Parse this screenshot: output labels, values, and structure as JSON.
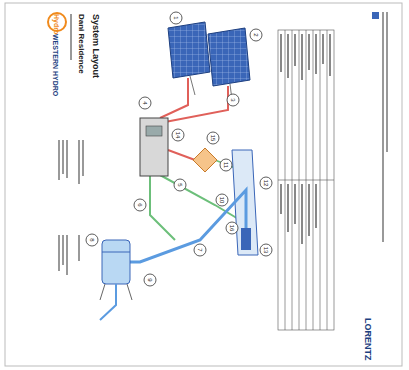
{
  "diagram": {
    "title": "System Layout",
    "labels": [
      "Hydro",
      "WESTERN HYDRO",
      "Dani Residence",
      "LORENTZ",
      "1",
      "2",
      "3",
      "4",
      "5",
      "6",
      "7",
      "8",
      "9",
      "10",
      "11",
      "12",
      "13",
      "14",
      "15",
      "16"
    ]
  }
}
